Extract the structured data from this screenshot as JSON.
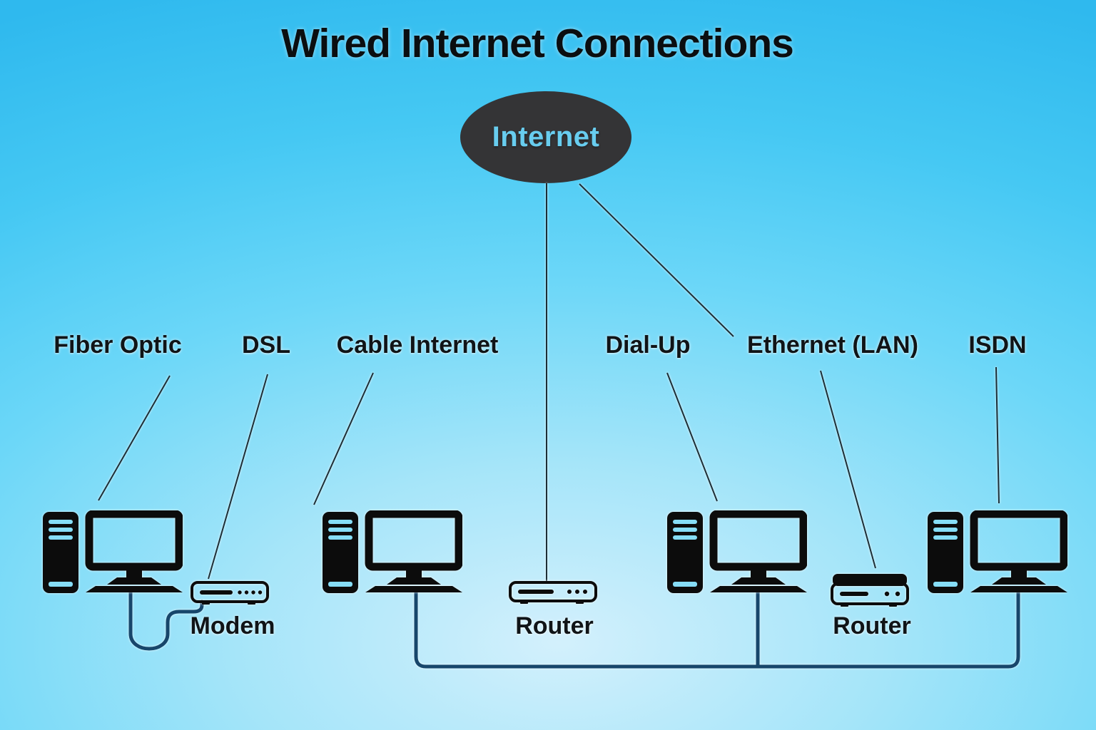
{
  "title": "Wired Internet Connections",
  "hub": {
    "label": "Internet"
  },
  "connections": [
    {
      "id": "fiber-optic",
      "label": "Fiber Optic"
    },
    {
      "id": "dsl",
      "label": "DSL"
    },
    {
      "id": "cable-internet",
      "label": "Cable Internet"
    },
    {
      "id": "dial-up",
      "label": "Dial-Up"
    },
    {
      "id": "ethernet-lan",
      "label": "Ethernet (LAN)"
    },
    {
      "id": "isdn",
      "label": "ISDN"
    }
  ],
  "devices": {
    "modem": "Modem",
    "router_center": "Router",
    "router_right": "Router"
  },
  "colors": {
    "background_edge": "#2fb9ee",
    "background_center": "#d3f0fc",
    "hub_fill": "#343436",
    "hub_text": "#68cdef",
    "connector_line": "#1d2e36",
    "cable": "#17466b",
    "icon": "#0c0c0c",
    "label_text": "#101417"
  }
}
